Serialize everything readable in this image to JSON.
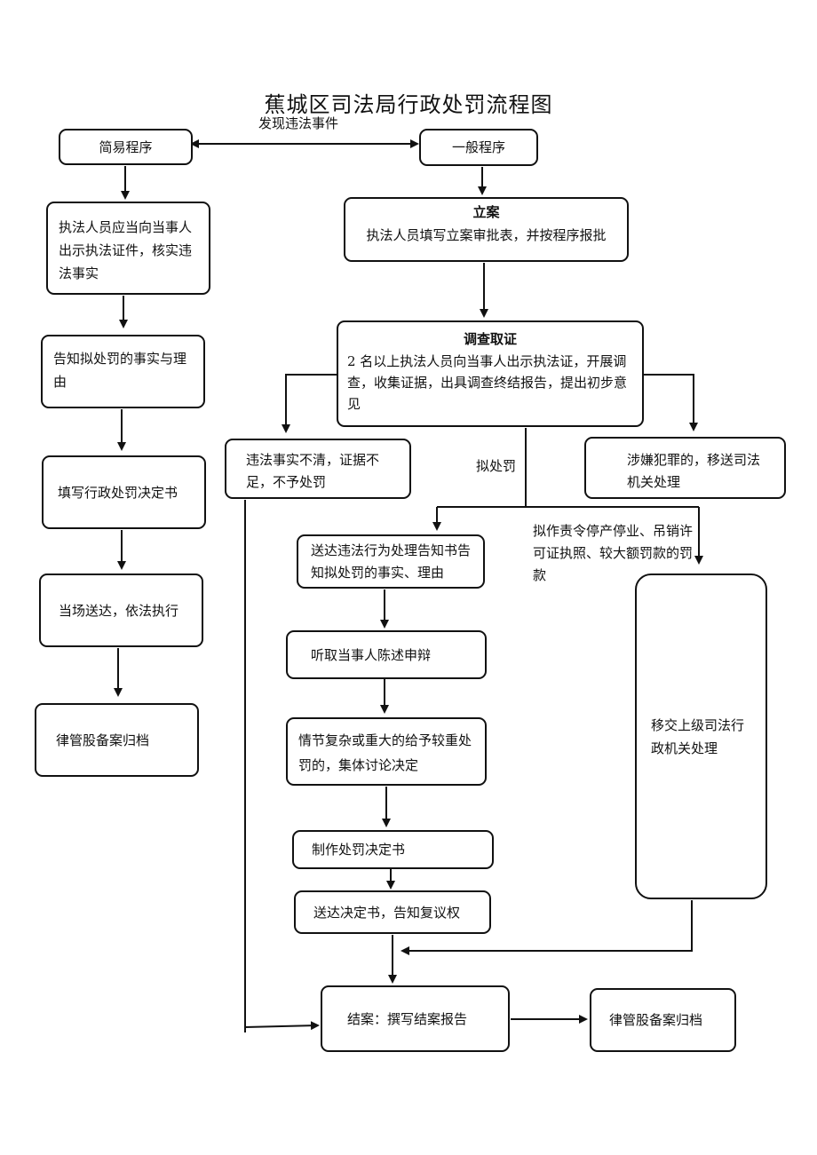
{
  "title": "蕉城区司法局行政处罚流程图",
  "discover_label": "发现违法事件",
  "simple": {
    "header": "简易程序",
    "step1": "执法人员应当向当事人出示执法证件，核实违法事实",
    "step2": "告知拟处罚的事实与理由",
    "step3": "填写行政处罚决定书",
    "step4": "当场送达，依法执行",
    "step5": "律管股备案归档"
  },
  "general": {
    "header": "一般程序",
    "filing_title": "立案",
    "filing_body": "执法人员填写立案审批表，并按程序报批",
    "investigation_title": "调查取证",
    "investigation_body": "2 名以上执法人员向当事人出示执法证，开展调查，收集证据，出具调查终结报告，提出初步意见",
    "no_penalty": "违法事实不清，证据不足，不予处罚",
    "propose_penalty_label": "拟处罚",
    "criminal_transfer": "涉嫌犯罪的，移送司法机关处理",
    "notice": "送达违法行为处理告知书告知拟处罚的事实、理由",
    "hearing": "听取当事人陈述申辩",
    "collective": "情节复杂或重大的给予较重处罚的，集体讨论决定",
    "make_decision": "制作处罚决定书",
    "deliver_decision": "送达决定书，告知复议权",
    "severe_label": "拟作责令停产停业、吊销许可证执照、较大额罚款的罚款",
    "transfer_higher": "移交上级司法行政机关处理",
    "close_case": "结案：撰写结案报告",
    "archive": "律管股备案归档"
  }
}
